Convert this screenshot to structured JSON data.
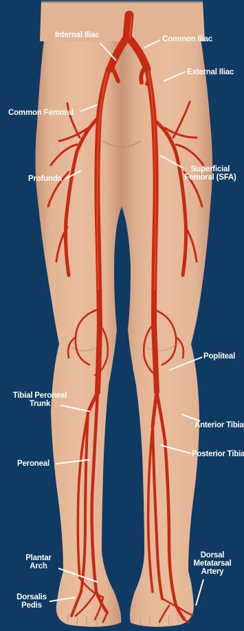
{
  "colors": {
    "background": "#0e3a63",
    "skin": "#e2b494",
    "skin_shadow": "#c99475",
    "artery": "#c42a14",
    "artery_highlight": "#e2532e",
    "label_text": "#ffffff",
    "leader_line": "#ffffff"
  },
  "labels": {
    "internal_iliac": "Internal Iliac",
    "common_iliac": "Common Iliac",
    "external_iliac": "External Iliac",
    "common_femoral": "Common Femoral",
    "profunda": "Profunda",
    "superficial_femoral": "Superficial\nFemoral (SFA)",
    "popliteal": "Popliteal",
    "tibial_peroneal_trunk": "Tibial Peroneal\nTrunk",
    "anterior_tibial": "Anterior Tibial",
    "peroneal": "Peroneal",
    "posterior_tibial": "Posterior Tibial",
    "plantar_arch": "Plantar\nArch",
    "dorsal_metatarsal_artery": "Dorsal\nMetatarsal\nArtery",
    "dorsalis_pedis": "Dorsalis\nPedis"
  }
}
